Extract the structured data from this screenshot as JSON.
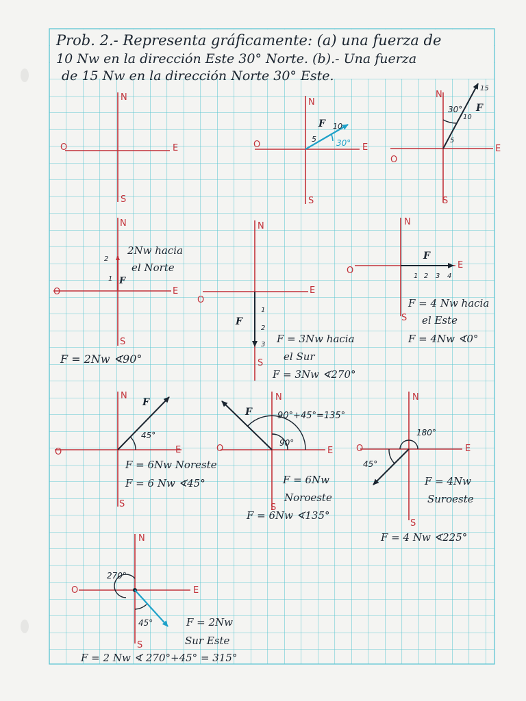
{
  "header": {
    "line1": "Prob. 2.- Representa gráficamente: (a) una fuerza de",
    "line2": "10 Nw en la dirección Este 30° Norte. (b).- Una fuerza",
    "line3": "de 15 Nw en la dirección Norte 30° Este."
  },
  "axis_labels": {
    "north": "N",
    "south": "S",
    "east": "E",
    "west": "O"
  },
  "diagrams": {
    "d1a": {
      "ticks": [
        "5",
        "10"
      ],
      "angle": "30°",
      "vector": "F"
    },
    "d1b": {
      "ticks": [
        "5",
        "10",
        "15"
      ],
      "angle": "30°",
      "vector": "F"
    },
    "d2": {
      "note1": "2Nw hacia",
      "note2": "el Norte",
      "ticks": [
        "1",
        "2"
      ],
      "vector": "F",
      "result": "F = 2Nw ∢90°"
    },
    "d3": {
      "ticks": [
        "1",
        "2",
        "3"
      ],
      "vector": "F",
      "note1": "F = 3Nw hacia",
      "note2": "el Sur",
      "result": "F = 3Nw ∢270°"
    },
    "d4": {
      "ticks": [
        "1",
        "2",
        "3",
        "4"
      ],
      "vector": "F",
      "note1": "F = 4 Nw hacia",
      "note2": "el Este",
      "result": "F = 4Nw ∢0°"
    },
    "d5": {
      "vector": "F",
      "angle": "45°",
      "note1": "F = 6Nw Noreste",
      "result": "F = 6 Nw ∢45°"
    },
    "d6": {
      "vector": "F",
      "angle": "90°",
      "sum": "90°+45°=135°",
      "note1": "F = 6Nw",
      "note2": "Noroeste",
      "result": "F = 6Nw ∢135°"
    },
    "d7": {
      "angle_big": "180°",
      "angle_small": "45°",
      "note1": "F = 4Nw",
      "note2": "Suroeste",
      "result": "F = 4 Nw ∢225°"
    },
    "d8": {
      "angle_big": "270°",
      "angle_small": "45°",
      "note1": "F = 2Nw",
      "note2": "Sur Este",
      "result": "F = 2 Nw ∢ 270°+45° = 315°"
    }
  },
  "colors": {
    "grid": "#5fc7d3",
    "axis": "#c2323a",
    "ink": "#1b2530",
    "blue_vector": "#1ea1c9",
    "paper": "#f4f4f2"
  }
}
